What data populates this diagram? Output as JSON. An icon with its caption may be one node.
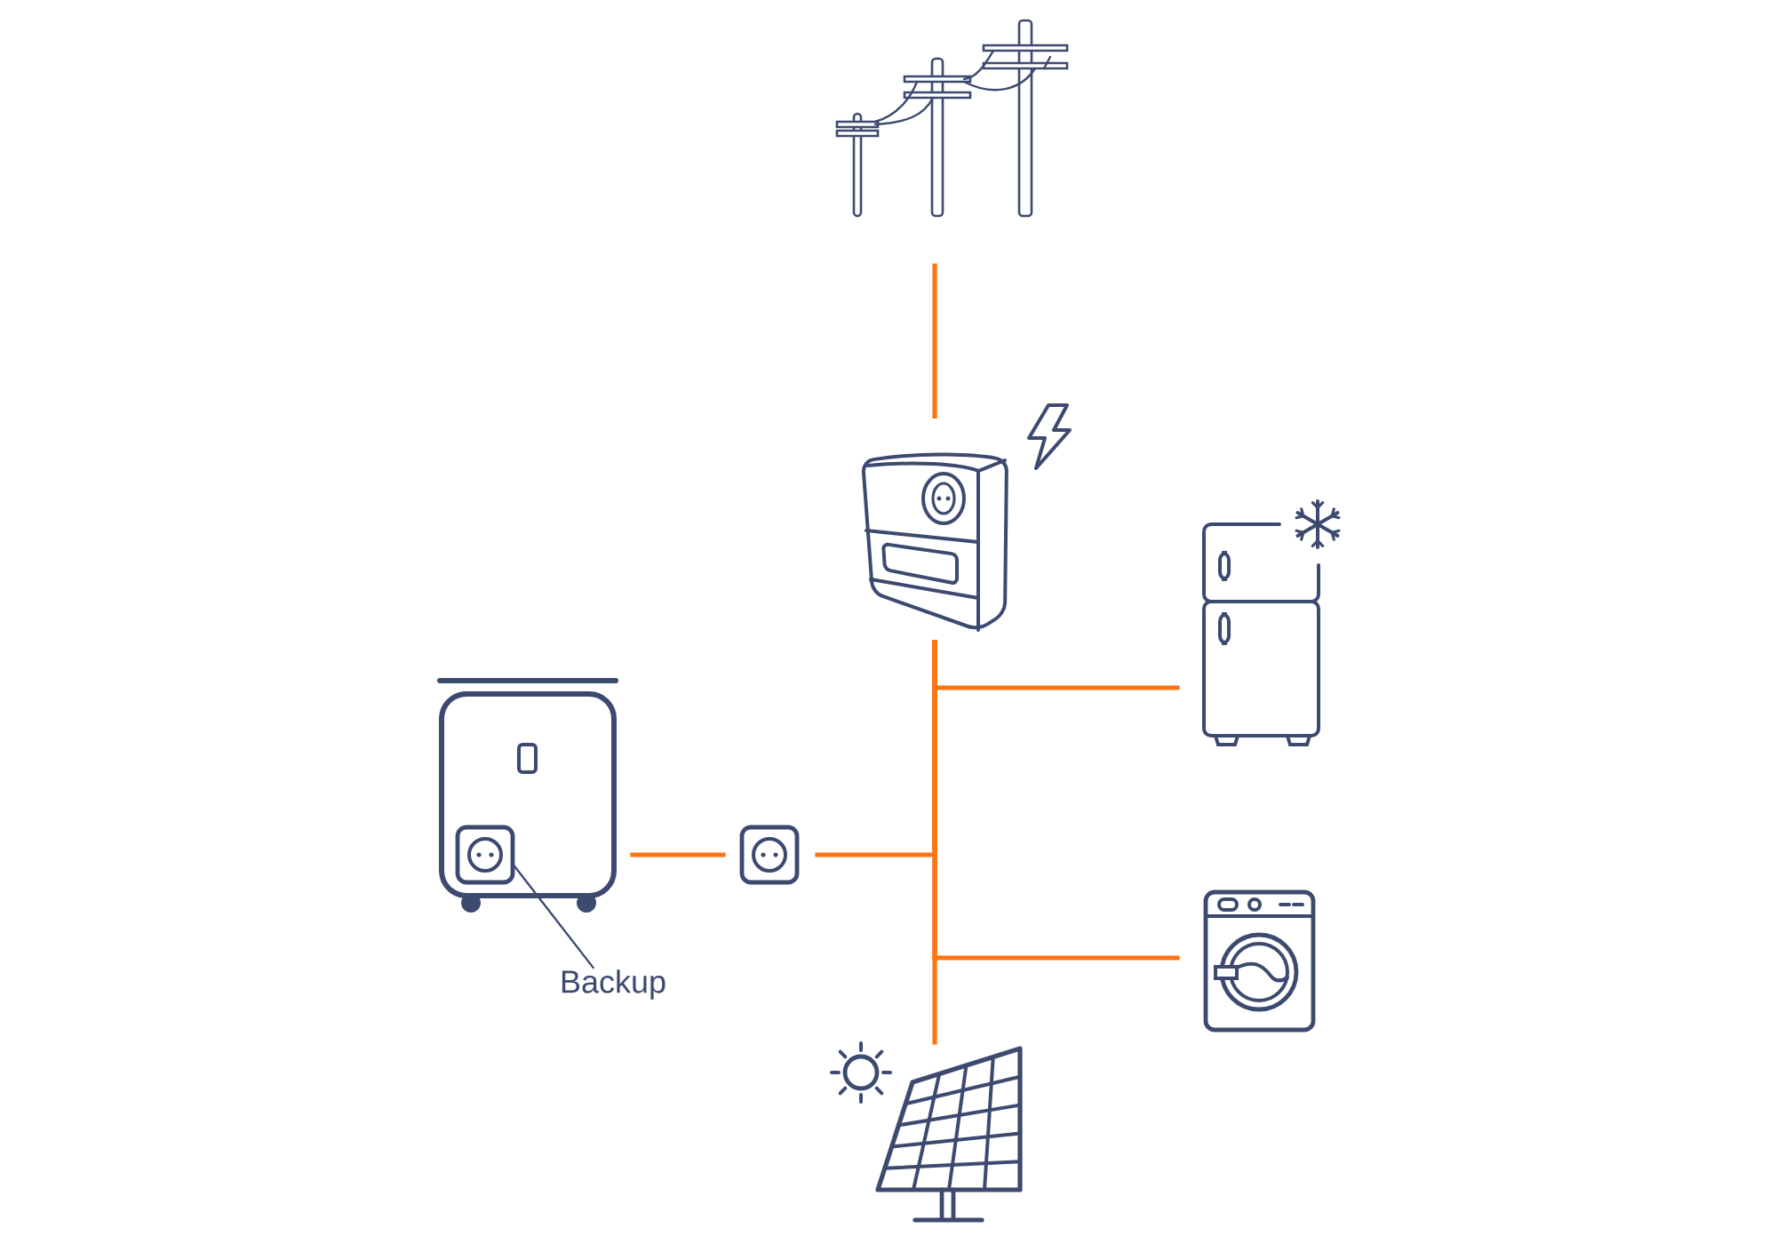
{
  "diagram": {
    "nodes": [
      {
        "text": [],
        "shape": "picture"
      },
      {
        "text": [],
        "shape": "picture"
      },
      {
        "text": [],
        "shape": "picture"
      },
      {
        "text": [],
        "shape": "picture"
      },
      {
        "text": [],
        "shape": "picture",
        "in": 3
      },
      {
        "text": [],
        "shape": "picture"
      },
      {
        "text": [],
        "shape": "picture"
      },
      {
        "text": [
          "Backup"
        ]
      },
      {
        "text": [],
        "shape": "picture"
      }
    ],
    "edges": [
      {
        "from": 0,
        "to": 1,
        "arrow": "none"
      },
      {
        "from": 1,
        "to": 2,
        "arrow": "none"
      },
      {
        "from": 1,
        "to": 5,
        "arrow": "none"
      },
      {
        "from": 1,
        "to": 6,
        "arrow": "none"
      },
      {
        "from": 1,
        "to": 8,
        "arrow": "none"
      },
      {
        "from": 3,
        "to": 5,
        "arrow": "none"
      },
      {
        "from": 7,
        "to": 4,
        "arrow": "none",
        "color": "#3d4a70"
      }
    ]
  }
}
